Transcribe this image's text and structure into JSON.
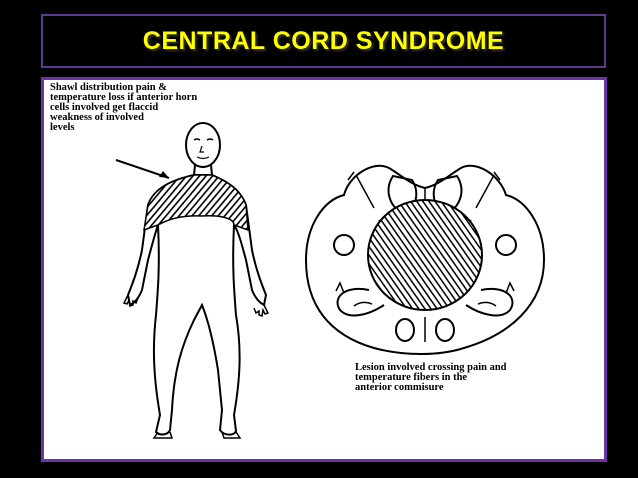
{
  "slide": {
    "title": "CENTRAL CORD SYNDROME",
    "title_color": "#ffff00",
    "border_color": "#6a35a8"
  },
  "figure": {
    "caption_left": "Shawl distribution pain &\ntemperature loss if anterior horn\ncells involved get flaccid\nweakness of involved\nlevels",
    "caption_right": "Lesion involved crossing pain and\ntemperature fibers in the\nanterior commisure"
  }
}
